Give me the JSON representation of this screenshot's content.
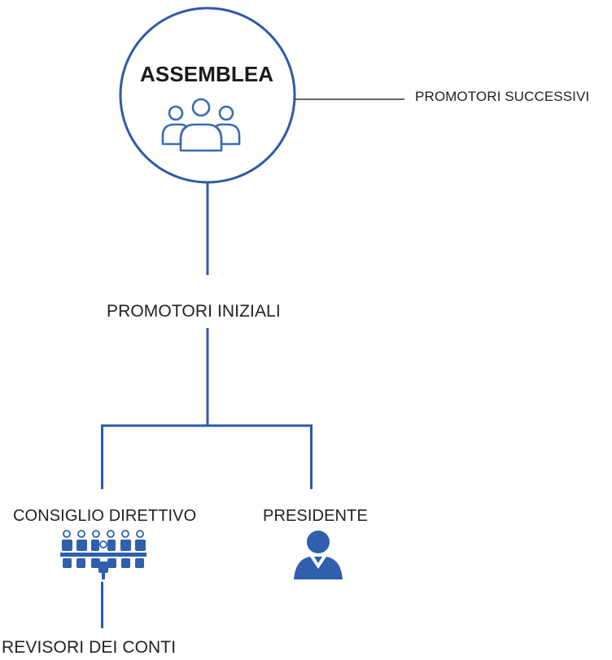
{
  "diagram": {
    "assembly": {
      "title": "ASSEMBLEA",
      "icon": "group-people-icon"
    },
    "side_branch": {
      "label": "PROMOTORI SUCCESSIVI"
    },
    "middle": {
      "label": "PROMOTORI INIZIALI"
    },
    "left_node": {
      "label": "CONSIGLIO DIRETTIVO",
      "icon": "board-members-icon"
    },
    "right_node": {
      "label": "PRESIDENTE",
      "icon": "person-icon"
    },
    "bottom_node": {
      "label": "REVISORI DEI CONTI"
    }
  },
  "colors": {
    "line": "#2d5aa8",
    "icon_fill": "#2f5fad",
    "icon_stroke": "#3a6bb8",
    "text": "#222222"
  }
}
